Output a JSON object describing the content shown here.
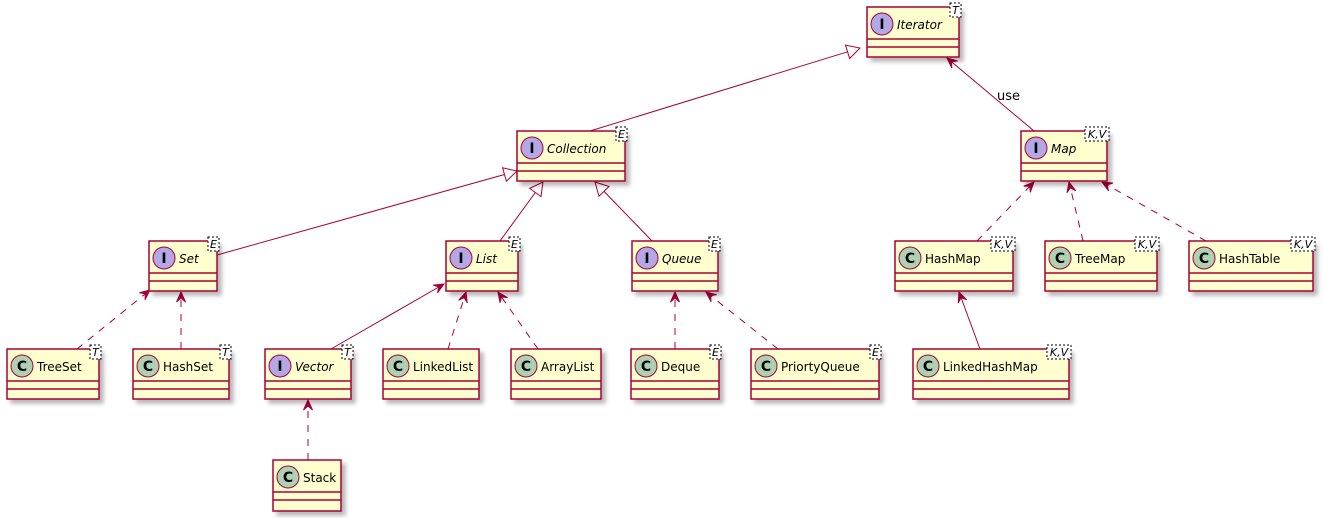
{
  "nodes": {
    "iterator": {
      "kind": "I",
      "name": "Iterator",
      "generic": "T"
    },
    "collection": {
      "kind": "I",
      "name": "Collection",
      "generic": "E"
    },
    "map": {
      "kind": "I",
      "name": "Map",
      "generic": "K,V"
    },
    "set": {
      "kind": "I",
      "name": "Set",
      "generic": "E"
    },
    "list": {
      "kind": "I",
      "name": "List",
      "generic": "E"
    },
    "queue": {
      "kind": "I",
      "name": "Queue",
      "generic": "E"
    },
    "hashmap": {
      "kind": "C",
      "name": "HashMap",
      "generic": "K,V"
    },
    "treemap": {
      "kind": "C",
      "name": "TreeMap",
      "generic": "K,V"
    },
    "hashtable": {
      "kind": "C",
      "name": "HashTable",
      "generic": "K,V"
    },
    "treeset": {
      "kind": "C",
      "name": "TreeSet",
      "generic": "T"
    },
    "hashset": {
      "kind": "C",
      "name": "HashSet",
      "generic": "T"
    },
    "vector": {
      "kind": "I",
      "name": "Vector",
      "generic": "T"
    },
    "linkedlist": {
      "kind": "C",
      "name": "LinkedList",
      "generic": ""
    },
    "arraylist": {
      "kind": "C",
      "name": "ArrayList",
      "generic": ""
    },
    "deque": {
      "kind": "C",
      "name": "Deque",
      "generic": "E"
    },
    "priortyqueue": {
      "kind": "C",
      "name": "PriortyQueue",
      "generic": "E"
    },
    "linkedhashmap": {
      "kind": "C",
      "name": "LinkedHashMap",
      "generic": "K,V"
    },
    "stack": {
      "kind": "C",
      "name": "Stack",
      "generic": ""
    }
  },
  "edges": [
    {
      "from": "collection",
      "to": "iterator",
      "type": "extends"
    },
    {
      "from": "map",
      "to": "iterator",
      "type": "uses",
      "label": "use"
    },
    {
      "from": "set",
      "to": "collection",
      "type": "extends"
    },
    {
      "from": "list",
      "to": "collection",
      "type": "extends"
    },
    {
      "from": "queue",
      "to": "collection",
      "type": "extends"
    },
    {
      "from": "hashmap",
      "to": "map",
      "type": "dep"
    },
    {
      "from": "treemap",
      "to": "map",
      "type": "dep"
    },
    {
      "from": "hashtable",
      "to": "map",
      "type": "dep"
    },
    {
      "from": "treeset",
      "to": "set",
      "type": "dep"
    },
    {
      "from": "hashset",
      "to": "set",
      "type": "dep"
    },
    {
      "from": "vector",
      "to": "list",
      "type": "assoc"
    },
    {
      "from": "linkedlist",
      "to": "list",
      "type": "dep"
    },
    {
      "from": "arraylist",
      "to": "list",
      "type": "dep"
    },
    {
      "from": "deque",
      "to": "queue",
      "type": "dep"
    },
    {
      "from": "priortyqueue",
      "to": "queue",
      "type": "dep"
    },
    {
      "from": "linkedhashmap",
      "to": "hashmap",
      "type": "assoc"
    },
    {
      "from": "stack",
      "to": "vector",
      "type": "dep"
    }
  ],
  "colors": {
    "box_fill": "#FEFECE",
    "border": "#A80036",
    "interface_circle": "#B4A7E5",
    "class_circle": "#ADD1B2",
    "shadow": "#BDBDBD"
  }
}
